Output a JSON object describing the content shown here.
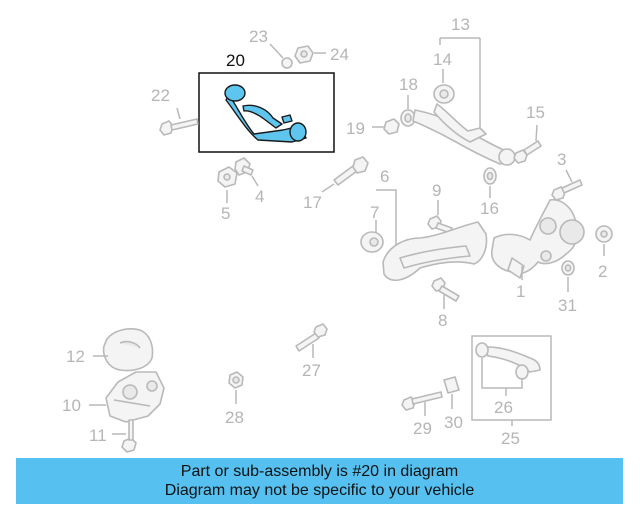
{
  "callouts": {
    "n1": "1",
    "n2": "2",
    "n3": "3",
    "n4": "4",
    "n5": "5",
    "n6": "6",
    "n7": "7",
    "n8": "8",
    "n9": "9",
    "n10": "10",
    "n11": "11",
    "n12": "12",
    "n13": "13",
    "n14": "14",
    "n15": "15",
    "n16": "16",
    "n17": "17",
    "n18": "18",
    "n19": "19",
    "n20": "20",
    "n22": "22",
    "n23": "23",
    "n24": "24",
    "n25": "25",
    "n26": "26",
    "n27": "27",
    "n28": "28",
    "n29": "29",
    "n30": "30",
    "n31": "31"
  },
  "highlighted_part": "20",
  "colors": {
    "highlight": "#5ec6ee",
    "caption_background": "#56c1f0",
    "part_outline": "#b9b9b9"
  },
  "caption": {
    "line1": "Part or sub-assembly is #20 in diagram",
    "line2": "Diagram may not be specific to your vehicle"
  }
}
